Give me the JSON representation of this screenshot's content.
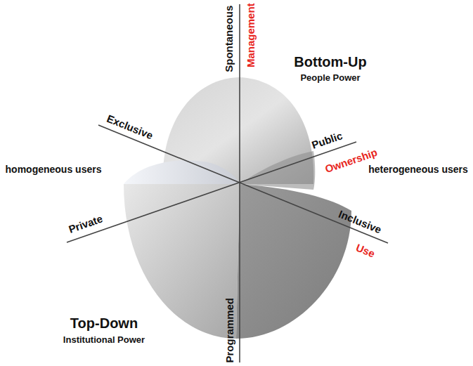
{
  "diagram": {
    "labels": [
      "Spontaneous",
      "Management",
      "Bottom-Up",
      "People Power",
      "Exclusive",
      "Public",
      "Ownership",
      "homogeneous users",
      "heterogeneous users",
      "Private",
      "Inclusive",
      "Use",
      "Top-Down",
      "Institutional Power",
      "Programmed"
    ]
  }
}
